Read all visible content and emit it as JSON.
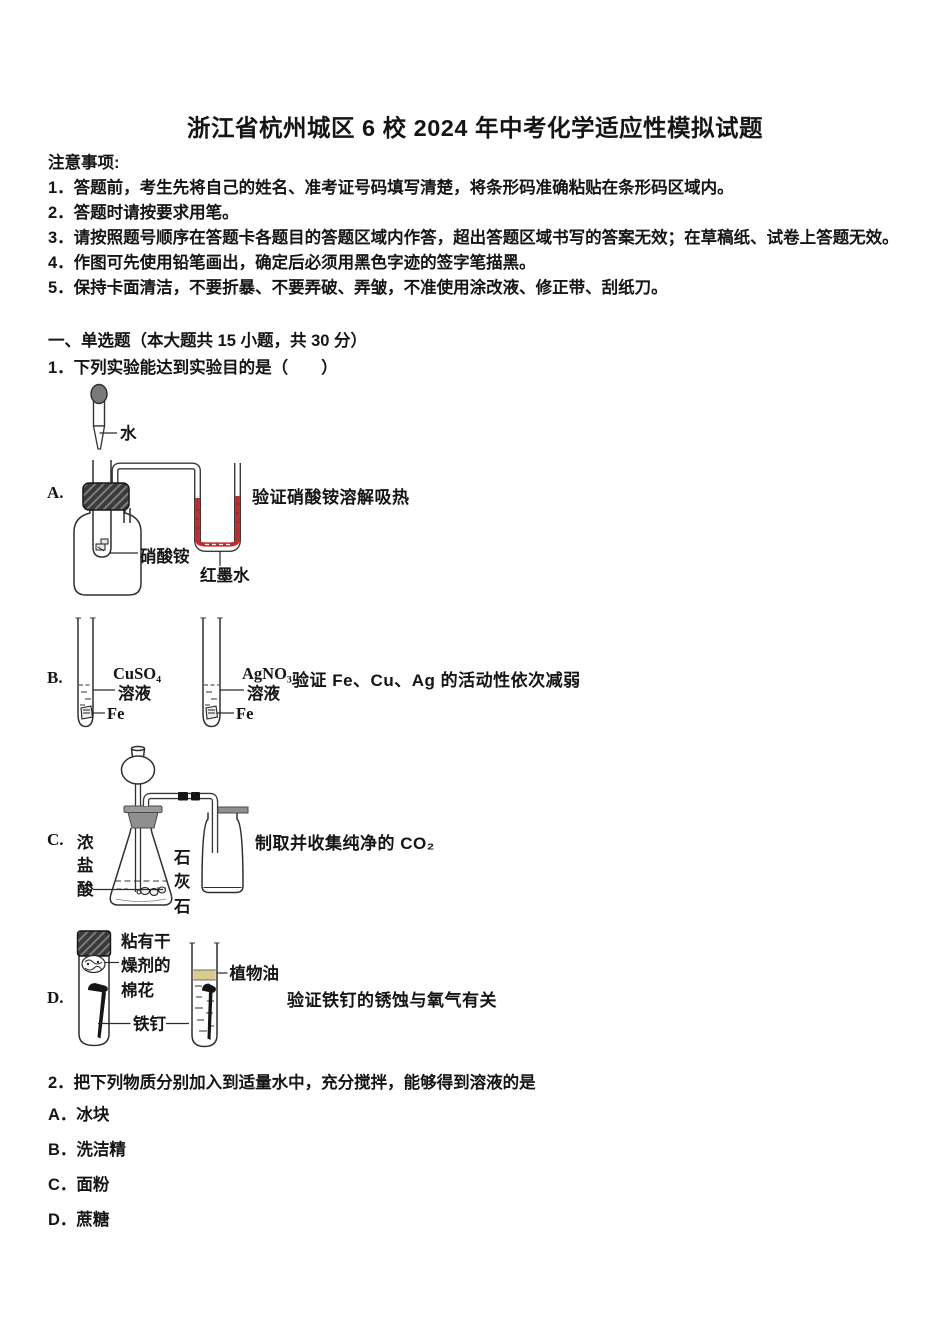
{
  "title": "浙江省杭州城区 6 校 2024 年中考化学适应性模拟试题",
  "notice": {
    "heading": "注意事项:",
    "items": [
      "1．答题前，考生先将自己的姓名、准考证号码填写清楚，将条形码准确粘贴在条形码区域内。",
      "2．答题时请按要求用笔。",
      "3．请按照题号顺序在答题卡各题目的答题区域内作答，超出答题区域书写的答案无效；在草稿纸、试卷上答题无效。",
      "4．作图可先使用铅笔画出，确定后必须用黑色字迹的签字笔描黑。",
      "5．保持卡面清洁，不要折暴、不要弄破、弄皱，不准使用涂改液、修正带、刮纸刀。"
    ]
  },
  "section_heading": "一、单选题（本大题共 15 小题，共 30 分）",
  "question1": {
    "stem": "1．下列实验能达到实验目的是（　　）",
    "options": {
      "A": {
        "letter": "A.",
        "purpose": "验证硝酸铵溶解吸热",
        "labels": {
          "water": "水",
          "solid": "硝酸铵",
          "red_ink": "红墨水"
        }
      },
      "B": {
        "letter": "B.",
        "purpose": "验证 Fe、Cu、Ag 的活动性依次减弱",
        "labels": {
          "tube1_solution": "CuSO₄",
          "tube1_solution2": "溶液",
          "tube1_metal": "Fe",
          "tube2_solution": "AgNO₃",
          "tube2_solution2": "溶液",
          "tube2_metal": "Fe"
        }
      },
      "C": {
        "letter": "C.",
        "purpose": "制取并收集纯净的 CO₂",
        "labels": {
          "acid": [
            "浓",
            "盐",
            "酸"
          ],
          "limestone": [
            "石",
            "灰",
            "石"
          ]
        }
      },
      "D": {
        "letter": "D.",
        "purpose": "验证铁钉的锈蚀与氧气有关",
        "labels": {
          "cotton_line1": "粘有干",
          "cotton_line2": "燥剂的",
          "cotton_line3": "棉花",
          "nail": "铁钉",
          "oil": "植物油"
        }
      }
    }
  },
  "question2": {
    "stem": "2．把下列物质分别加入到适量水中，充分搅拌，能够得到溶液的是",
    "options": [
      "A．冰块",
      "B．洗洁精",
      "C．面粉",
      "D．蔗糖"
    ]
  },
  "colors": {
    "red_ink": "#c22b2b",
    "red_ink_dark": "#8f1d1d",
    "vegetable_oil": "#dcc98e"
  }
}
